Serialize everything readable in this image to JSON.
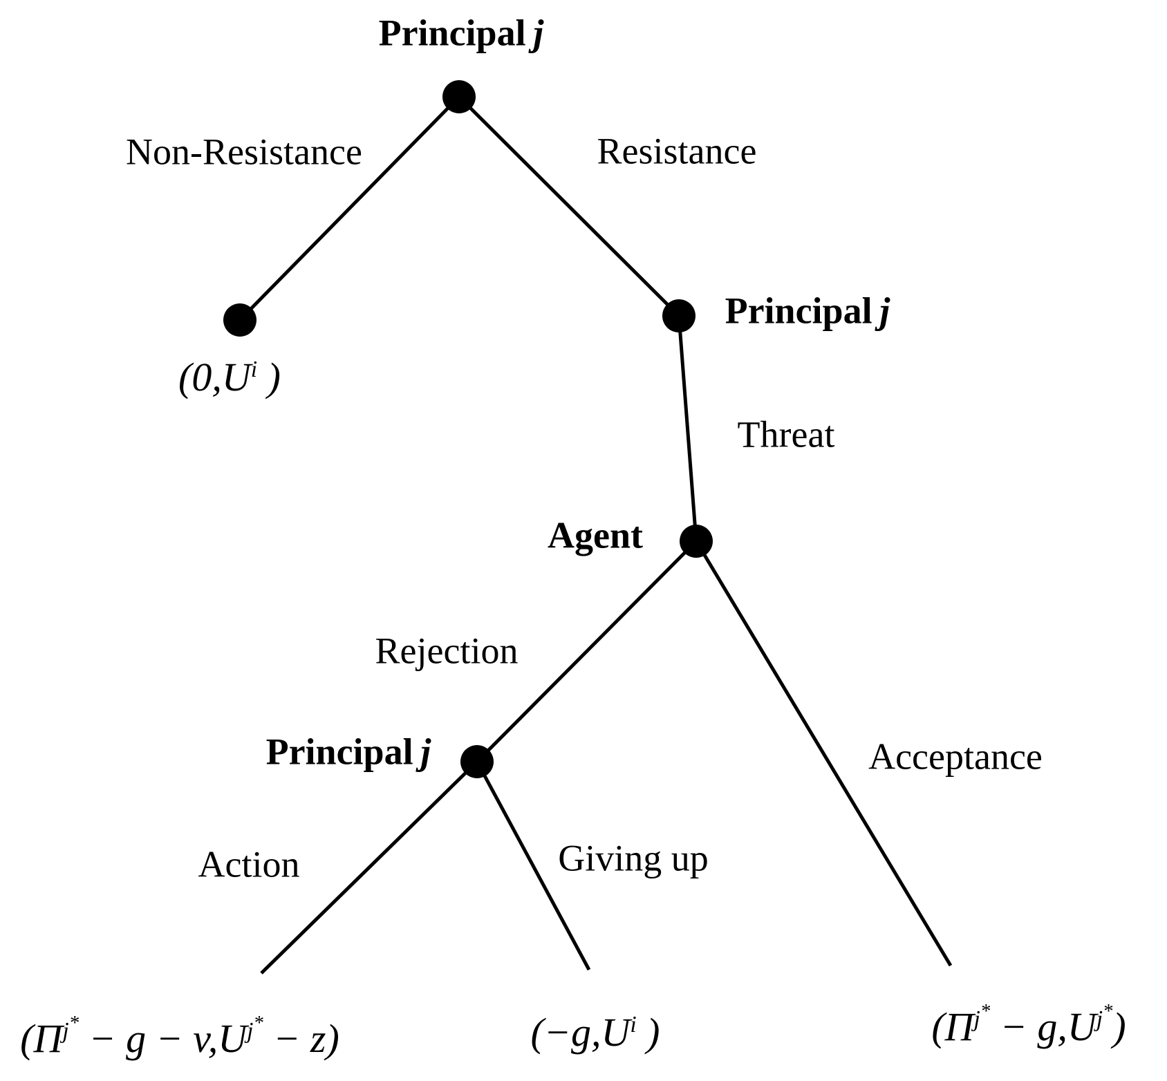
{
  "figure": {
    "background_color": "#ffffff",
    "ink_color": "#000000",
    "type": "game-tree"
  },
  "tree": {
    "nodes": {
      "root": {
        "label": "Principal",
        "player": "j"
      },
      "resistance": {
        "label": "Principal",
        "player": "j"
      },
      "agent": {
        "label": "Agent"
      },
      "rejection": {
        "label": "Principal",
        "player": "j"
      }
    },
    "edges": {
      "non_resistance": {
        "label": "Non-Resistance"
      },
      "resistance": {
        "label": "Resistance"
      },
      "threat": {
        "label": "Threat"
      },
      "rejection": {
        "label": "Rejection"
      },
      "acceptance": {
        "label": "Acceptance"
      },
      "action": {
        "label": "Action"
      },
      "giving_up": {
        "label": "Giving up"
      }
    },
    "payoffs": {
      "non_resistance": {
        "open": "(0,",
        "u": "U",
        "sup": "i",
        "close": " )"
      },
      "action": {
        "open": "(",
        "pi": "Π",
        "sup1": "j",
        "star1": "*",
        "mid": " − g − v,",
        "u": "U",
        "sup2": "j",
        "star2": "*",
        "tail": " − z",
        "close": ")"
      },
      "giving_up": {
        "open": "(−g,",
        "u": "U",
        "sup": "i",
        "close": " )"
      },
      "acceptance": {
        "open": "(",
        "pi": "Π",
        "sup1": "j",
        "star1": "*",
        "mid": " − g,",
        "u": "U",
        "sup2": "j",
        "star2": "*",
        "close": ")"
      }
    }
  }
}
